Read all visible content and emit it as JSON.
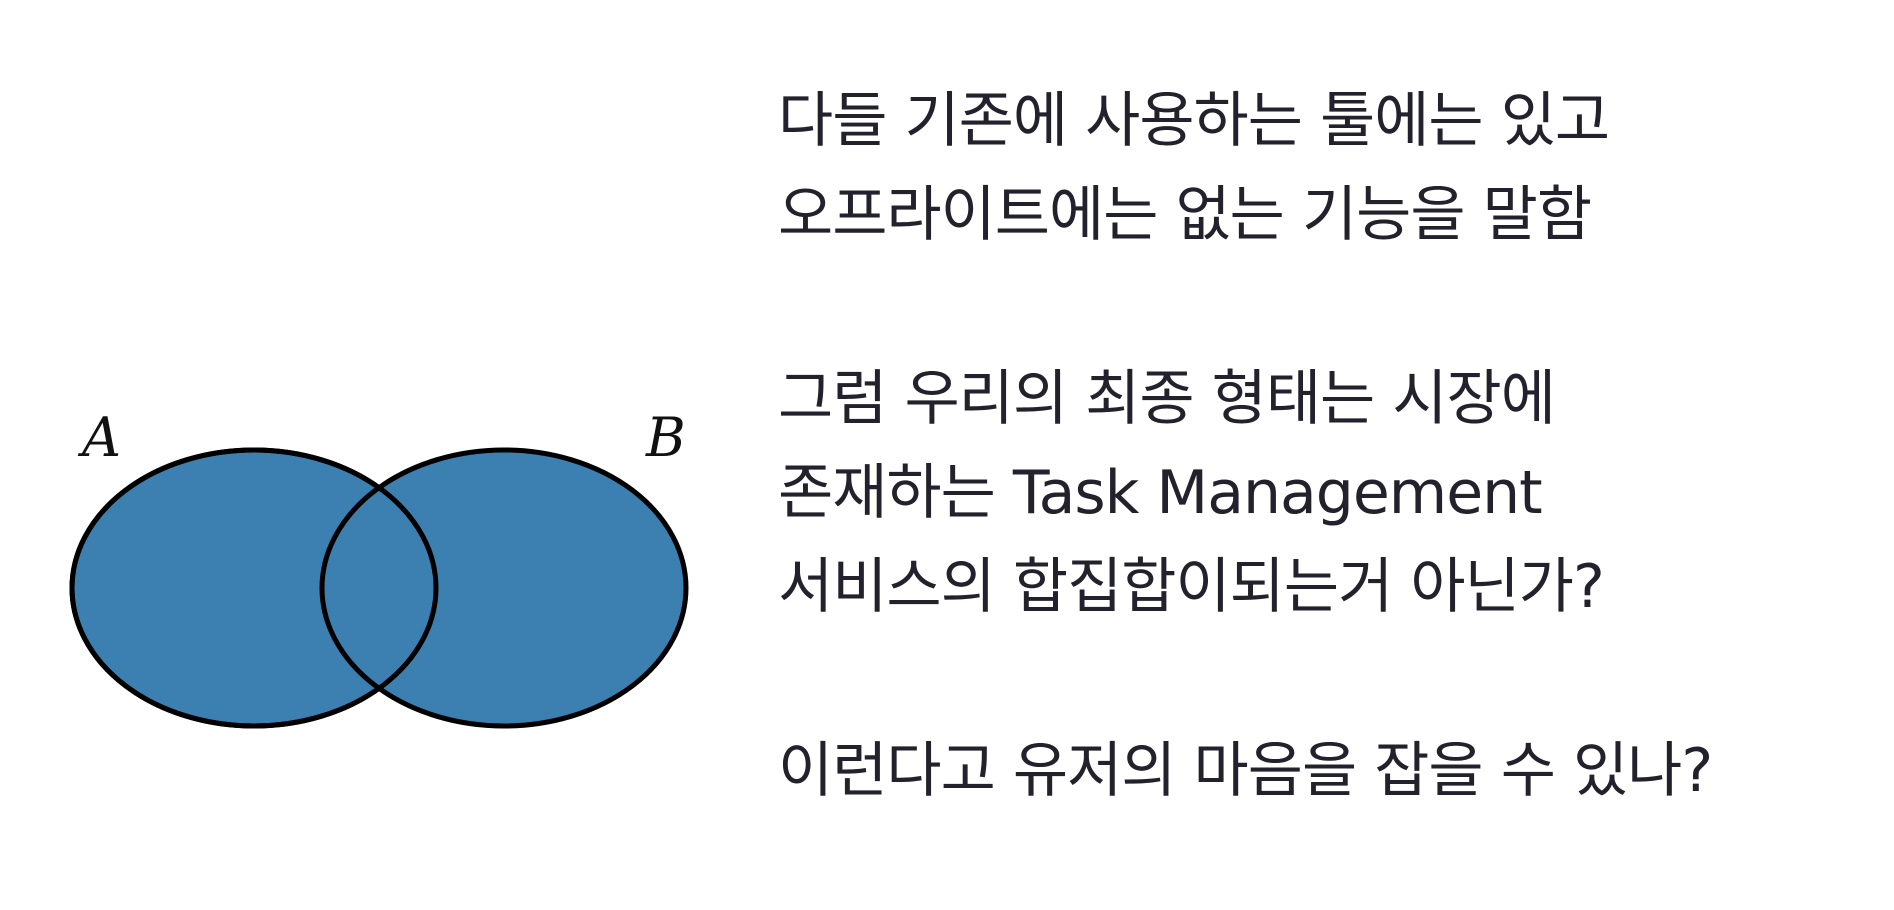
{
  "diagram": {
    "type": "venn",
    "fill_color": "#3b80b1",
    "stroke_color": "#000000",
    "sets": [
      {
        "label": "A"
      },
      {
        "label": "B"
      }
    ]
  },
  "text": {
    "paragraphs": [
      {
        "lines": [
          "다들 기존에 사용하는 툴에는 있고",
          "오프라이트에는 없는 기능을 말함"
        ]
      },
      {
        "lines": [
          "그럼 우리의 최종 형태는 시장에",
          "존재하는 Task Management",
          "서비스의 합집합이되는거 아닌가?"
        ]
      },
      {
        "lines": [
          "이런다고 유저의 마음을 잡을 수 있나?"
        ]
      }
    ]
  }
}
